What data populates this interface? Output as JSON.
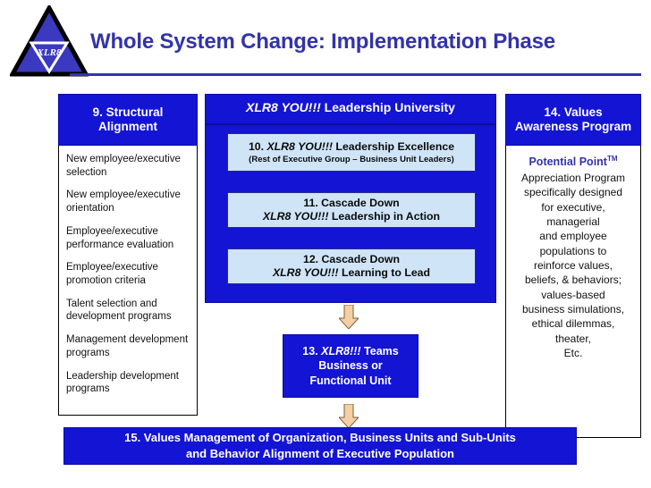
{
  "header": {
    "title": "Whole System Change: Implementation Phase",
    "logo_text": "XLR8",
    "title_color": "#3333AA"
  },
  "colors": {
    "brand_blue": "#1414D4",
    "accent_title": "#3333AA",
    "inner_box_fill": "#CFE4F7",
    "arrow_fill": "#F5CFA4"
  },
  "left_column": {
    "heading_line1": "9. Structural",
    "heading_line2": "Alignment",
    "items": [
      "New employee/executive selection",
      "New employee/executive orientation",
      "Employee/executive performance evaluation",
      "Employee/executive promotion criteria",
      "Talent selection and development programs",
      "Management development programs",
      "Leadership development programs"
    ]
  },
  "center_column": {
    "panel_title_em": "XLR8 YOU!!!",
    "panel_title_rest": " Leadership University",
    "box10": {
      "num": "10. ",
      "em": "XLR8 YOU!!!",
      "rest": " Leadership Excellence",
      "subtitle": "(Rest of Executive Group – Business Unit Leaders)"
    },
    "box11": {
      "line1": "11. Cascade Down",
      "line2_em": "XLR8 YOU!!!",
      "line2_rest": " Leadership in Action"
    },
    "box12": {
      "line1": "12. Cascade Down",
      "line2_em": "XLR8 YOU!!!",
      "line2_rest": " Learning to Lead"
    },
    "box13": {
      "line1_num": "13. ",
      "line1_em": "XLR8!!!",
      "line1_rest": " Teams",
      "line2": "Business or",
      "line3": "Functional Unit"
    }
  },
  "right_column": {
    "heading_line1": "14. Values",
    "heading_line2": "Awareness Program",
    "pp_title": "Potential Point",
    "pp_tm": "TM",
    "body_lines": [
      "Appreciation Program",
      "specifically designed",
      "for executive,",
      "managerial",
      "and employee",
      "populations to",
      "reinforce values,",
      "beliefs, & behaviors;",
      "values-based",
      "business simulations,",
      "ethical dilemmas,",
      "theater,",
      "Etc."
    ]
  },
  "bottom_bar": {
    "line1": "15. Values Management of Organization, Business Units and Sub-Units",
    "line2": "and Behavior Alignment of Executive Population"
  }
}
